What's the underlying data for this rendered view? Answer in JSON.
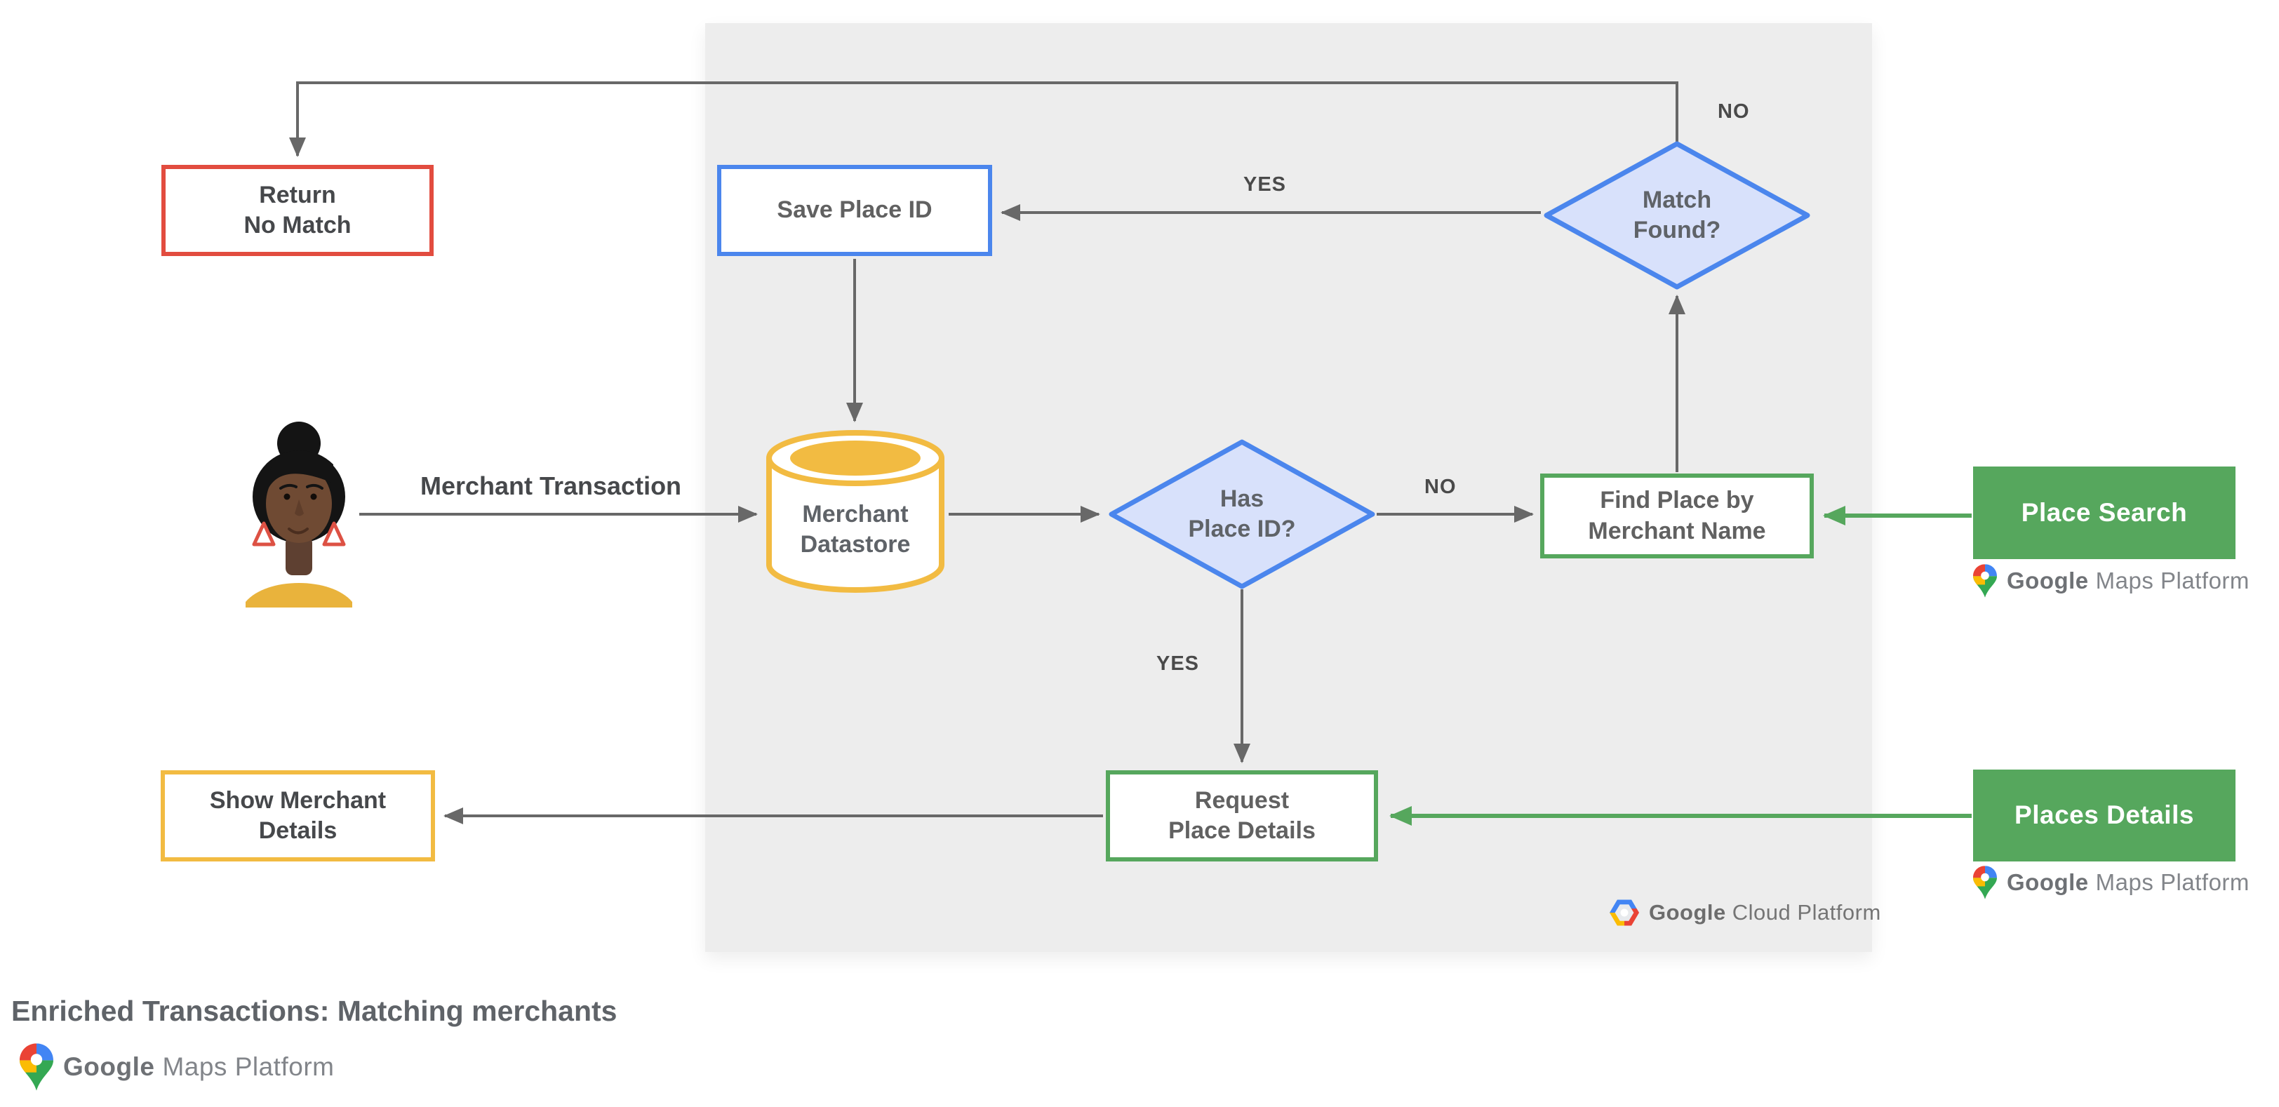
{
  "title": "Enriched Transactions: Matching merchants",
  "nodes": {
    "return_no_match": {
      "lines": [
        "Return",
        "No Match"
      ]
    },
    "save_place_id": {
      "lines": [
        "Save Place ID"
      ]
    },
    "match_found": {
      "lines": [
        "Match",
        "Found?"
      ]
    },
    "merchant_datastore": {
      "lines": [
        "Merchant",
        "Datastore"
      ]
    },
    "has_place_id": {
      "lines": [
        "Has",
        "Place ID?"
      ]
    },
    "find_place_by_merchant_name": {
      "lines": [
        "Find Place by",
        "Merchant Name"
      ]
    },
    "request_place_details": {
      "lines": [
        "Request",
        "Place Details"
      ]
    },
    "show_merchant_details": {
      "lines": [
        "Show Merchant",
        "Details"
      ]
    },
    "place_search": {
      "label": "Place Search"
    },
    "places_details": {
      "label": "Places Details"
    }
  },
  "edge_labels": {
    "merchant_transaction": "Merchant Transaction",
    "has_place_id_no": "NO",
    "has_place_id_yes": "YES",
    "match_found_yes": "YES",
    "match_found_no": "NO"
  },
  "logos": {
    "maps_google": "Google",
    "maps_rest": "Maps Platform",
    "cloud_google": "Google",
    "cloud_rest": "Cloud Platform"
  },
  "colors": {
    "red": "#E24C3F",
    "blue": "#4B86ED",
    "blue_fill": "#D8E1FB",
    "yellow": "#F2BB42",
    "green": "#56A75D",
    "arrow_gray": "#686868",
    "panel_gray": "#EDEDED",
    "text_dark": "#46484B",
    "text_medium": "#616161"
  }
}
